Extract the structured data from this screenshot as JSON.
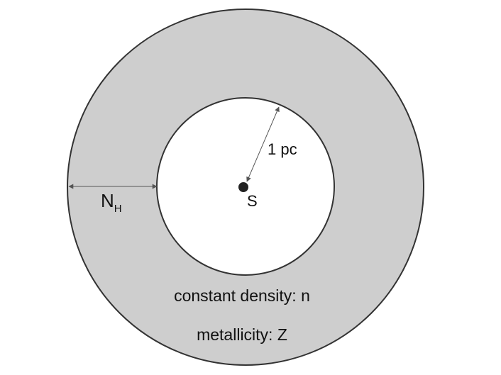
{
  "diagram": {
    "source_label": "S",
    "radius_label": "1 pc",
    "column_label_main": "N",
    "column_label_sub": "H",
    "density_label": "constant density: n",
    "metallicity_label": "metallicity: Z",
    "colors": {
      "shell_fill": "#cecece",
      "cavity_fill": "#ffffff",
      "outline": "#333333",
      "arrow": "#555555",
      "source_dot": "#222222"
    }
  }
}
